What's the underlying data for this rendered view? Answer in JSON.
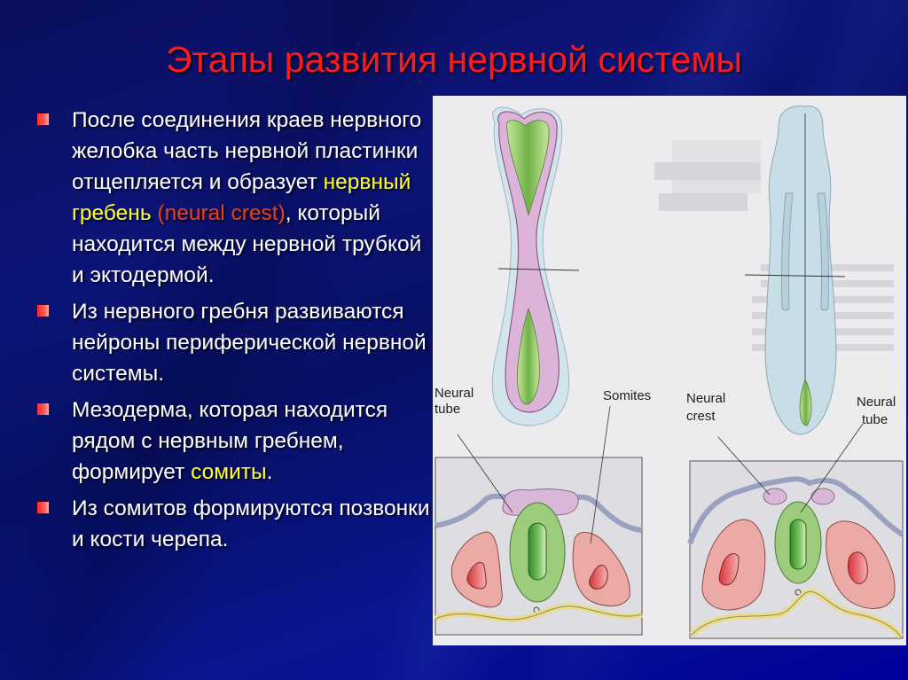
{
  "slide": {
    "title": "Этапы развития нервной системы",
    "bullets": [
      {
        "text_before": "После соединения краев нервного желобка часть нервной пластинки отщепляется и образует ",
        "highlight": "нервный гребень",
        "term_en": "(neural crest)",
        "text_after": ", который находится между нервной трубкой и эктодермой."
      },
      {
        "text": "Из нервного гребня развиваются нейроны периферической нервной системы."
      },
      {
        "text_before": "Мезодерма, которая находится рядом с нервным гребнем, формирует ",
        "highlight": "сомиты",
        "text_after": "."
      },
      {
        "text": "Из сомитов формируются позвонки и кости черепа."
      }
    ],
    "colors": {
      "title": "#ff1a1a",
      "highlight": "#ffff33",
      "term_en": "#e8401a",
      "background": "#0a1480",
      "bullet_marker": "#ff3030"
    }
  },
  "figure": {
    "labels": {
      "neural_tube_left": [
        "Neural",
        "tube"
      ],
      "somites": "Somites",
      "neural_crest": [
        "Neural",
        "crest"
      ],
      "neural_tube_right": [
        "Neural",
        "tube"
      ]
    }
  }
}
